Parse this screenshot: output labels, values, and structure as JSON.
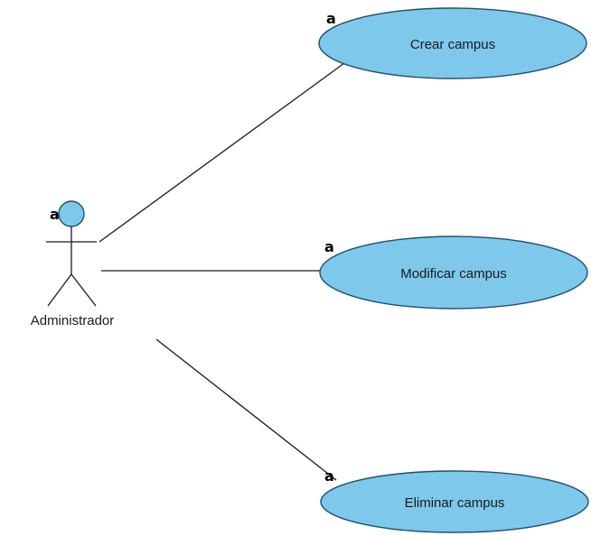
{
  "diagram": {
    "actor": {
      "name": "Administrador",
      "marker": "a",
      "head_color": "#7ec8ec"
    },
    "use_cases": [
      {
        "label": "Crear campus",
        "marker": "a"
      },
      {
        "label": "Modificar campus",
        "marker": "a"
      },
      {
        "label": "Eliminar campus",
        "marker": "a"
      }
    ],
    "colors": {
      "use_case_fill": "#7ec8ec",
      "use_case_stroke": "#1f4f6e",
      "line": "#1a1a1a"
    }
  }
}
